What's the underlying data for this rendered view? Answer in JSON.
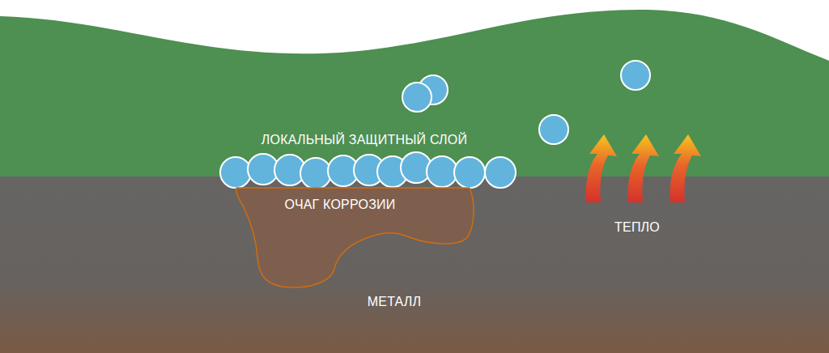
{
  "diagram": {
    "nodes": [
      {
        "text": [
          "МЕТАЛЛ"
        ]
      },
      {
        "text": [
          "ОЧАГ КОРРОЗИИ"
        ],
        "in": 0
      }
    ],
    "labels": [
      "ЛОКАЛЬНЫЙ ЗАЩИТНЫЙ СЛОЙ",
      "ТЕПЛО"
    ]
  }
}
